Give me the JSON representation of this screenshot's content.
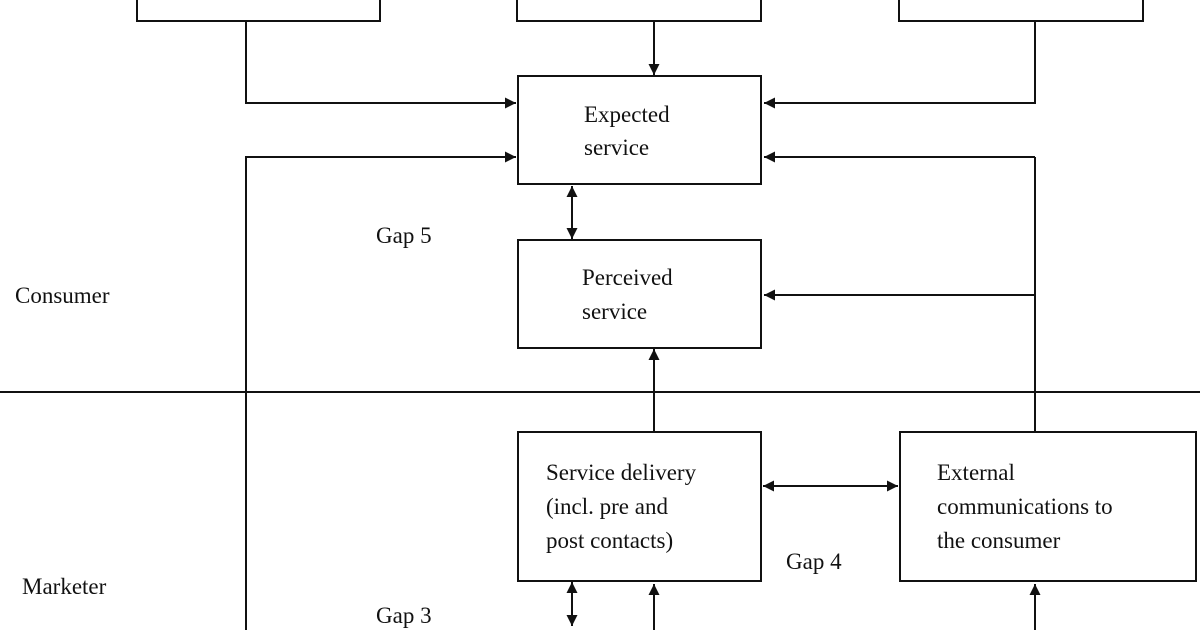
{
  "diagram": {
    "boxes": {
      "expected_service": {
        "lines": [
          "Expected",
          "service"
        ]
      },
      "perceived_service": {
        "lines": [
          "Perceived",
          "service"
        ]
      },
      "service_delivery": {
        "lines": [
          "Service delivery",
          "(incl. pre and",
          "post contacts)"
        ]
      },
      "external_communications": {
        "lines": [
          "External",
          "communications to",
          "the consumer"
        ]
      }
    },
    "gap_labels": {
      "gap5": "Gap 5",
      "gap4": "Gap 4",
      "gap3": "Gap 3"
    },
    "zone_labels": {
      "consumer": "Consumer",
      "marketer": "Marketer"
    }
  }
}
